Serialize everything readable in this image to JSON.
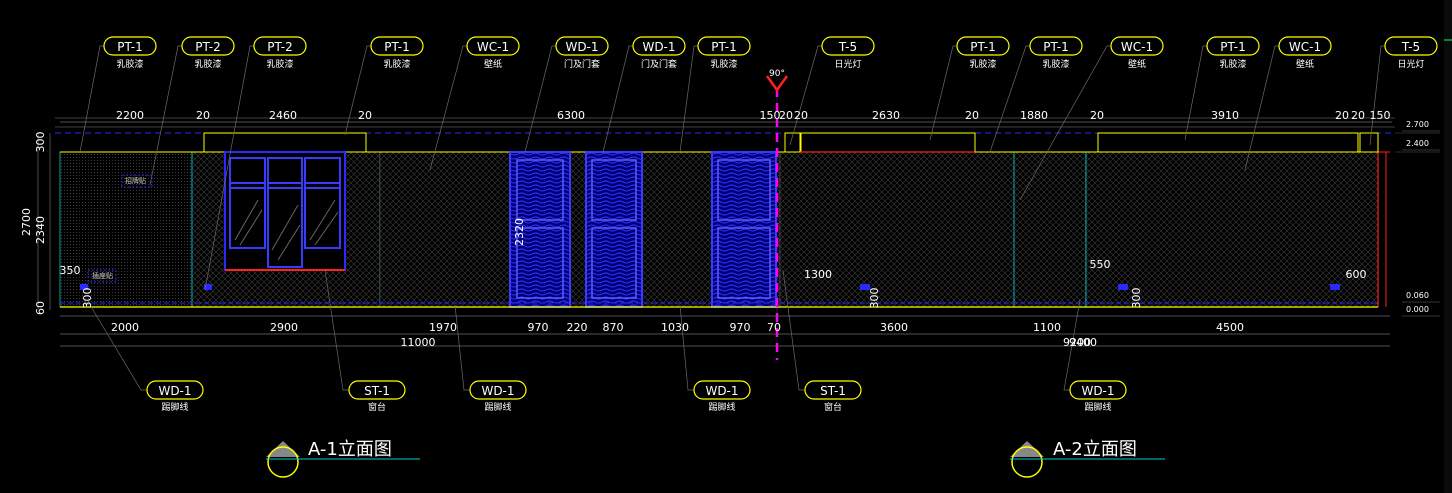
{
  "colors": {
    "background": "#000000",
    "tag_border": "#ffff00",
    "tag_text": "#ffffff",
    "dimension_line": "#6a6a6a",
    "door_blue": "#1a1aff",
    "center_line": "#ff00ff",
    "cyan_line": "#00cccc",
    "red_line": "#ff2020",
    "floor_line": "#ffff00",
    "dim_text_green": "#00ff66"
  },
  "top_tags": [
    {
      "code": "PT-1",
      "sub": "乳胶漆"
    },
    {
      "code": "PT-2",
      "sub": "乳胶漆"
    },
    {
      "code": "PT-2",
      "sub": "乳胶漆"
    },
    {
      "code": "PT-1",
      "sub": "乳胶漆"
    },
    {
      "code": "WC-1",
      "sub": "壁纸"
    },
    {
      "code": "WD-1",
      "sub": "门及门套"
    },
    {
      "code": "WD-1",
      "sub": "门及门套"
    },
    {
      "code": "PT-1",
      "sub": "乳胶漆"
    },
    {
      "code": "T-5",
      "sub": "日光灯"
    },
    {
      "code": "PT-1",
      "sub": "乳胶漆"
    },
    {
      "code": "PT-1",
      "sub": "乳胶漆"
    },
    {
      "code": "WC-1",
      "sub": "壁纸"
    },
    {
      "code": "PT-1",
      "sub": "乳胶漆"
    },
    {
      "code": "WC-1",
      "sub": "壁纸"
    },
    {
      "code": "T-5",
      "sub": "日光灯"
    }
  ],
  "bottom_tags": [
    {
      "code": "WD-1",
      "sub": "踢脚线"
    },
    {
      "code": "ST-1",
      "sub": "窗台"
    },
    {
      "code": "WD-1",
      "sub": "踢脚线"
    },
    {
      "code": "WD-1",
      "sub": "踢脚线"
    },
    {
      "code": "ST-1",
      "sub": "窗台"
    },
    {
      "code": "WD-1",
      "sub": "踢脚线"
    }
  ],
  "top_dimensions": [
    "2200",
    "20",
    "2460",
    "20",
    "6300",
    "150",
    "20",
    "20",
    "2630",
    "20",
    "1880",
    "20",
    "3910",
    "20",
    "20",
    "150"
  ],
  "bottom_dimensions_row1": [
    "2000",
    "2900",
    "1970",
    "970",
    "220",
    "870",
    "1030",
    "970",
    "70",
    "3600",
    "1100",
    "4500"
  ],
  "bottom_dimensions_row2": [
    "11000",
    "9200"
  ],
  "bottom_dimensions_row3": [
    "9400"
  ],
  "left_dimensions": [
    "300",
    "2700",
    "2340",
    "350",
    "300",
    "60"
  ],
  "inner_dimensions": [
    "2320",
    "1300",
    "300",
    "550",
    "300",
    "600"
  ],
  "right_levels": [
    "2.700",
    "2.400",
    "0.060",
    "0.000"
  ],
  "angle_label": "90°",
  "small_labels": [
    "招牌贴",
    "插座贴"
  ],
  "titles": [
    {
      "label": "A-1立面图"
    },
    {
      "label": "A-2立面图"
    }
  ]
}
